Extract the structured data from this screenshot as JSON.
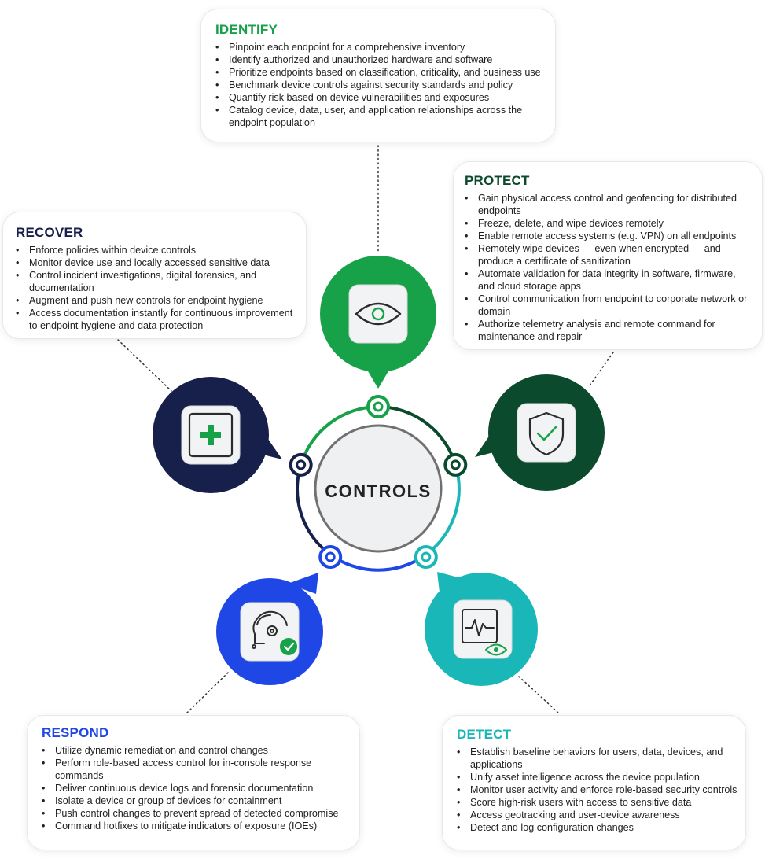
{
  "colors": {
    "identify": "#17a24a",
    "protect": "#0b4a2c",
    "detect": "#19b7b7",
    "respond": "#1f47e6",
    "recover": "#16204a"
  },
  "center": {
    "label": "CONTROLS"
  },
  "icons": {
    "identify": "eye-icon",
    "protect": "shield-check-icon",
    "detect": "monitor-pulse-eye-icon",
    "respond": "headset-agent-check-icon",
    "recover": "medical-cross-icon"
  },
  "identify": {
    "title": "IDENTIFY",
    "items": [
      "Pinpoint each endpoint for a comprehensive inventory",
      "Identify authorized and unauthorized hardware and software",
      "Prioritize endpoints based on classification, criticality, and business use",
      "Benchmark device controls against security standards and policy",
      "Quantify risk based on device vulnerabilities and exposures",
      "Catalog device, data, user, and application relationships across the endpoint population"
    ]
  },
  "protect": {
    "title": "PROTECT",
    "items": [
      "Gain physical access control and geofencing for distributed endpoints",
      "Freeze, delete, and wipe devices remotely",
      "Enable remote access systems (e.g. VPN) on all endpoints",
      "Remotely wipe devices — even when encrypted — and produce a certificate of sanitization",
      "Automate validation for data integrity in software, firmware, and cloud storage apps",
      "Control communication from endpoint to corporate network or domain",
      "Authorize telemetry analysis and remote command for maintenance and repair"
    ]
  },
  "recover": {
    "title": "RECOVER",
    "items": [
      "Enforce policies within device controls",
      "Monitor device use and locally accessed sensitive data",
      "Control incident investigations, digital forensics, and documentation",
      "Augment and push new controls for endpoint hygiene",
      "Access documentation instantly for continuous improvement to endpoint hygiene and data protection"
    ]
  },
  "respond": {
    "title": "RESPOND",
    "items": [
      "Utilize dynamic remediation and control changes",
      "Perform role-based access control for in-console response commands",
      "Deliver continuous device logs and forensic documentation",
      "Isolate a device or group of devices for containment",
      "Push control changes to prevent spread of detected compromise",
      "Command hotfixes to mitigate indicators of exposure (IOEs)"
    ]
  },
  "detect": {
    "title": "DETECT",
    "items": [
      "Establish baseline behaviors for users, data, devices, and applications",
      "Unify asset intelligence across the device population",
      "Monitor user activity and enforce role-based security controls",
      "Score high-risk users with access to sensitive data",
      "Access geotracking and user-device awareness",
      "Detect and log configuration changes"
    ]
  }
}
